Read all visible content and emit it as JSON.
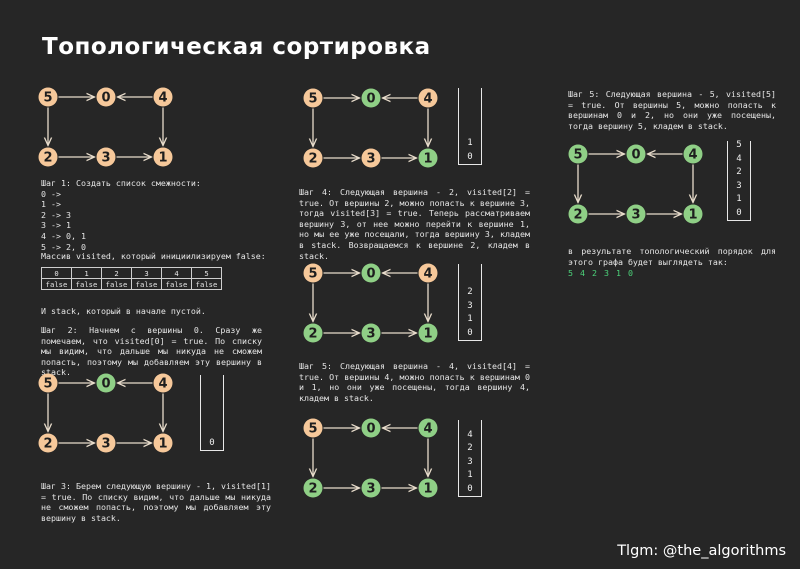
{
  "title": "Топологическая сортировка",
  "colors": {
    "unvisited": "#f6c89a",
    "visited": "#8fcf86",
    "edge": "#e8dccb",
    "result": "#4cd37a"
  },
  "steps": {
    "s1": "Шаг 1: Создать список смежности:\n0 ->\n1 ->\n2 -> 3\n3 -> 1\n4 -> 0, 1\n5 -> 2, 0",
    "visited_intro": "Массив visited, который инициилизируем false:",
    "visited_headers": [
      "0",
      "1",
      "2",
      "3",
      "4",
      "5"
    ],
    "visited_values": [
      "false",
      "false",
      "false",
      "false",
      "false",
      "false"
    ],
    "stack_intro": "И stack, который в начале пустой.",
    "s2": "Шаг 2: Начнем с вершины 0. Сразу же помечаем, что visited[0] = true. По списку мы видим, что дальше мы никуда не сможем попасть, поэтому мы добавляем эту вершину в stack.",
    "s3": "Шаг 3: Берем следующую вершину - 1, visited[1] = true. По списку видим, что дальше мы никуда не сможем попасть, поэтому мы добавляем эту вершину в stack.",
    "s4": "Шаг 4: Следующая вершина - 2, visited[2] = true. От вершины 2, можно попасть к вершине 3, тогда visited[3] = true. Теперь рассматриваем вершину 3, от нее можно перейти к вершине 1, но мы ее уже посещали, тогда вершину 3, кладем в stack. Возвращаемся к вершине 2, кладем в stack.",
    "s5a": "Шаг 5: Следующая вершина - 4, visited[4] = true. От вершины 4, можно попасть к вершинам 0 и 1, но они уже посещены, тогда вершину 4, кладем в stack.",
    "s5b": "Шаг 5: Следующая вершина - 5, visited[5] = true. От вершины 5, можно попасть к вершинам 0 и 2, но они уже посещены, тогда вершину 5, кладем в stack.",
    "conclusion": "в результате топологический порядок для этого графа будет выглядеть так:",
    "result": "5 4 2 3 1 0"
  },
  "graph": {
    "node_labels": [
      "5",
      "0",
      "4",
      "2",
      "3",
      "1"
    ],
    "edges": [
      [
        "5",
        "0"
      ],
      [
        "4",
        "0"
      ],
      [
        "5",
        "2"
      ],
      [
        "4",
        "1"
      ],
      [
        "2",
        "3"
      ],
      [
        "3",
        "1"
      ]
    ]
  },
  "diagrams": [
    {
      "visited": []
    },
    {
      "visited": [
        "0"
      ]
    },
    {
      "visited": [
        "0",
        "1",
        "2",
        "3"
      ]
    },
    {
      "visited": [
        "0",
        "1",
        "2",
        "3",
        "4"
      ]
    },
    {
      "visited": [
        "0",
        "1",
        "2",
        "3",
        "4",
        "5"
      ]
    },
    {
      "visited": [
        "0",
        "1"
      ]
    }
  ],
  "stacks": {
    "st1": [
      "0"
    ],
    "st2": [
      "1",
      "0"
    ],
    "st3": [
      "2",
      "3",
      "1",
      "0"
    ],
    "st4": [
      "4",
      "2",
      "3",
      "1",
      "0"
    ],
    "st5": [
      "5",
      "4",
      "2",
      "3",
      "1",
      "0"
    ]
  },
  "signature": "Tlgm: @the_algorithms"
}
